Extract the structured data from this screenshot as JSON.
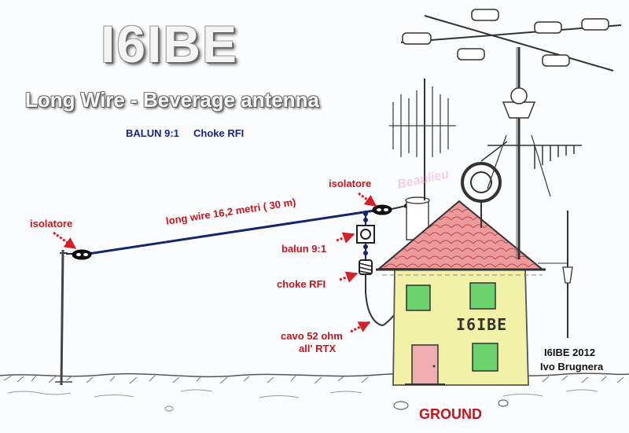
{
  "title": "I6IBE",
  "subtitle": "Long Wire - Beverage antenna",
  "parts_legend": {
    "balun": "BALUN 9:1",
    "choke": "Choke RFI"
  },
  "labels": {
    "isolatore_left": "isolatore",
    "isolatore_right": "isolatore",
    "long_wire": "long wire 16,2 metri  ( 30 m)",
    "balun": "balun 9:1",
    "choke": "choke RFI",
    "cable_line1": "cavo 52 ohm",
    "cable_line2": "all' RTX",
    "ground": "GROUND",
    "house_sign": "I6IBE",
    "credit_line1": "I6IBE  2012",
    "credit_line2": "Ivo Brugnera",
    "watermark": "Beaulieu"
  },
  "colors": {
    "wire": "#17246e",
    "arrow": "#d21f28",
    "label_red": "#c5141b",
    "label_blue": "#16238a",
    "house_wall": "#f2f1a8",
    "roof": "#ee9a9a",
    "window": "#6ad36e",
    "door": "#f0aeb0"
  }
}
